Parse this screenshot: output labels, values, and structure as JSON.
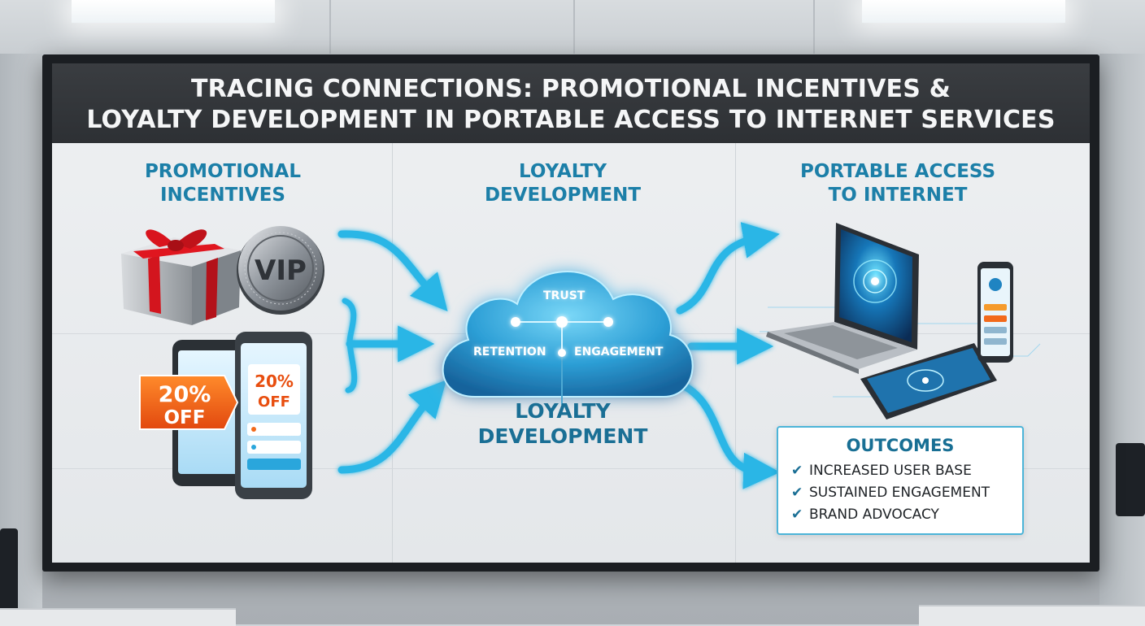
{
  "title": {
    "line1": "TRACING CONNECTIONS: PROMOTIONAL INCENTIVES &",
    "line2": "LOYALTY DEVELOPMENT IN PORTABLE ACCESS TO INTERNET SERVICES"
  },
  "columns": {
    "left": {
      "line1": "PROMOTIONAL",
      "line2": "INCENTIVES"
    },
    "center": {
      "line1": "LOYALTY",
      "line2": "DEVELOPMENT"
    },
    "right": {
      "line1": "PORTABLE ACCESS",
      "line2": "TO INTERNET"
    }
  },
  "incentives": {
    "vip_badge": "VIP",
    "discount_tag_line1": "20%",
    "discount_tag_line2": "OFF",
    "phone_banner_line1": "20%",
    "phone_banner_line2": "OFF"
  },
  "cloud": {
    "top": "TRUST",
    "left": "RETENTION",
    "right": "ENGAGEMENT"
  },
  "loyalty_label": {
    "line1": "LOYALTY",
    "line2": "DEVELOPMENT"
  },
  "outcomes": {
    "heading": "OUTCOMES",
    "items": [
      "INCREASED USER BASE",
      "SUSTAINED ENGAGEMENT",
      "BRAND ADVOCACY"
    ],
    "check_icon": "checkmark-icon"
  },
  "colors": {
    "accent": "#1c7fa8",
    "arrow": "#29b6e6",
    "title_bg": "#2d3034",
    "tag_orange": "#f26a1b"
  }
}
